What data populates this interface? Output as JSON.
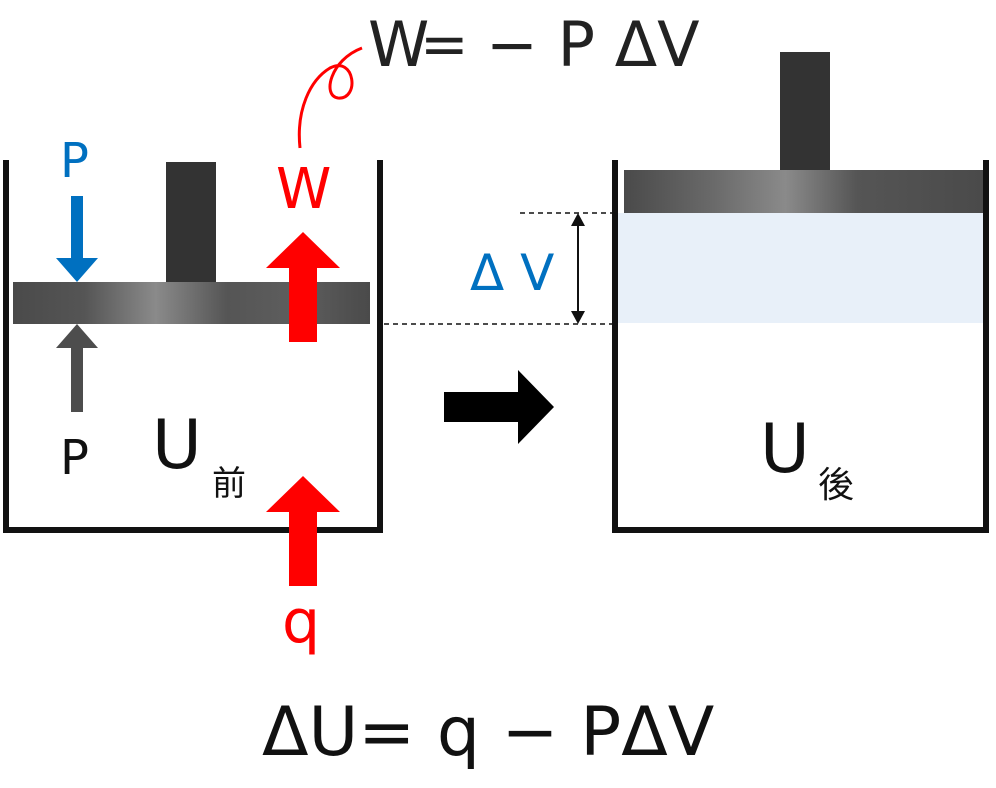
{
  "work_formula": {
    "lhs": "W",
    "eq": "=",
    "rhs": "− P ΔV"
  },
  "before": {
    "pressure_external": "P",
    "pressure_internal": "P",
    "work_label": "W",
    "heat_label": "q",
    "energy_main": "U",
    "energy_sub": "前"
  },
  "after": {
    "volume_change": "Δ V",
    "energy_main": "U",
    "energy_sub": "後"
  },
  "main_formula": "ΔU= q − PΔV",
  "colors": {
    "blue": "#0070c0",
    "red": "#ff0000",
    "dark": "#222222",
    "piston_dark": "#4a4a4a",
    "piston_light": "#8a8a8a",
    "fill_blue": "#e8f0f9",
    "arrow_grey": "#4d4d4d"
  },
  "icons": {
    "process_arrow": "arrow-right-icon",
    "work_arrow": "arrow-up-icon",
    "heat_arrow": "arrow-up-icon",
    "pressure_arrow": "arrow-down-icon"
  }
}
